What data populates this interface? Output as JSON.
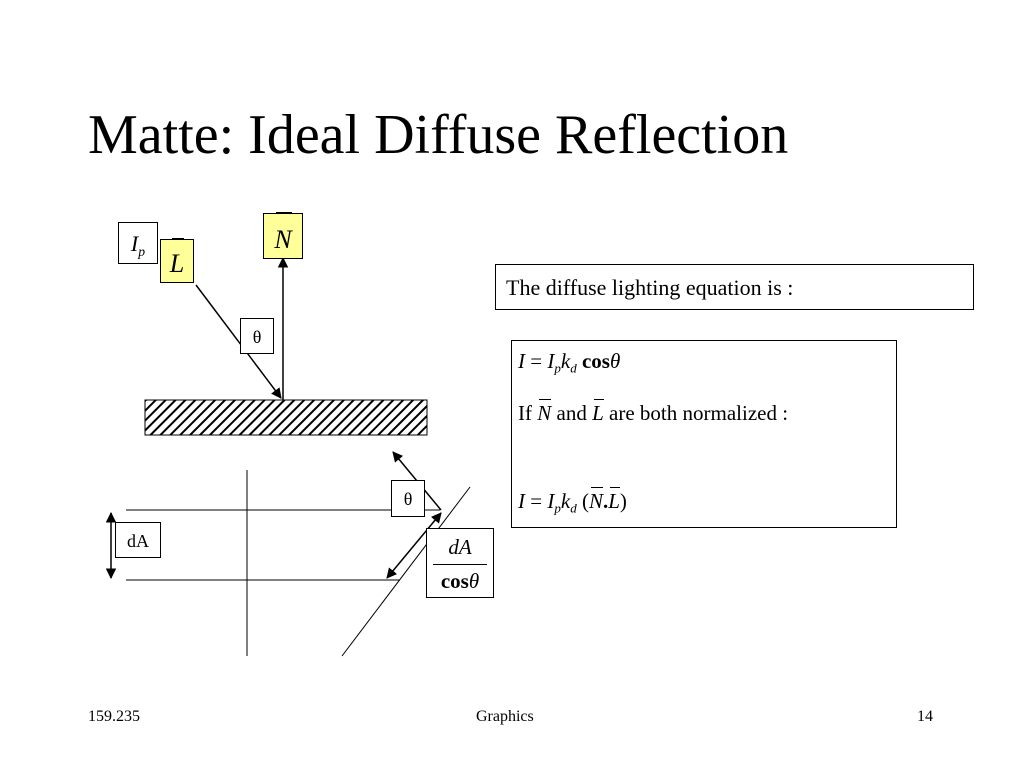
{
  "slide": {
    "title": "Matte: Ideal Diffuse Reflection"
  },
  "diagram": {
    "ip_label": {
      "base": "I",
      "sub": "p"
    },
    "l_label": "L",
    "n_label": "N",
    "theta_top": "θ",
    "theta_bottom": "θ",
    "da_label": "dA",
    "fraction": {
      "numerator": "dA",
      "denominator": "cos",
      "theta": "θ"
    }
  },
  "equations": {
    "intro": "The diffuse lighting equation is :",
    "line1": {
      "I": "I",
      "eq": "=",
      "Ip": "I",
      "p": "p",
      "k": "k",
      "d": "d",
      "cos": "cos",
      "theta": "θ"
    },
    "line2": {
      "if": "If",
      "N": "N",
      "and": "and",
      "L": "L",
      "rest": "are both normalized :"
    },
    "line3": {
      "I": "I",
      "eq": "=",
      "Ip": "I",
      "p": "p",
      "k": "k",
      "d": "d",
      "open": "(",
      "N": "N",
      "dot": ".",
      "L": "L",
      "close": ")"
    }
  },
  "footer": {
    "left": "159.235",
    "center": "Graphics",
    "right": "14"
  }
}
